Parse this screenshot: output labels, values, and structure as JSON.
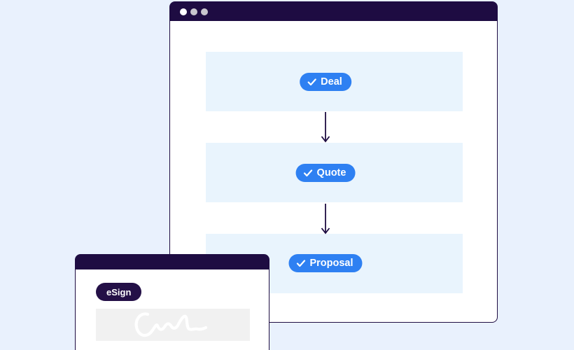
{
  "page": {
    "background_color": "#e9f1fd"
  },
  "workflow_window": {
    "titlebar": {
      "color": "#1e0c42",
      "dots": [
        {
          "icon": "window-dot",
          "color": "#ffffff"
        },
        {
          "icon": "window-dot",
          "color": "#c9c7ce"
        },
        {
          "icon": "window-dot",
          "color": "#c9c7ce"
        }
      ]
    },
    "band_color": "#e9f4fd",
    "pill_color": "#2e80f2",
    "check_glyph": "✓",
    "arrow_color": "#1e0c42",
    "steps": [
      {
        "label": "Deal"
      },
      {
        "label": "Quote"
      },
      {
        "label": "Proposal"
      }
    ]
  },
  "esign_window": {
    "titlebar_color": "#1e0c42",
    "badge": {
      "label": "eSign",
      "color": "#241047"
    },
    "signature_icon": "signature-scribble",
    "signature_box_color": "#f1f1f1",
    "signature_stroke_color": "#ffffff"
  }
}
